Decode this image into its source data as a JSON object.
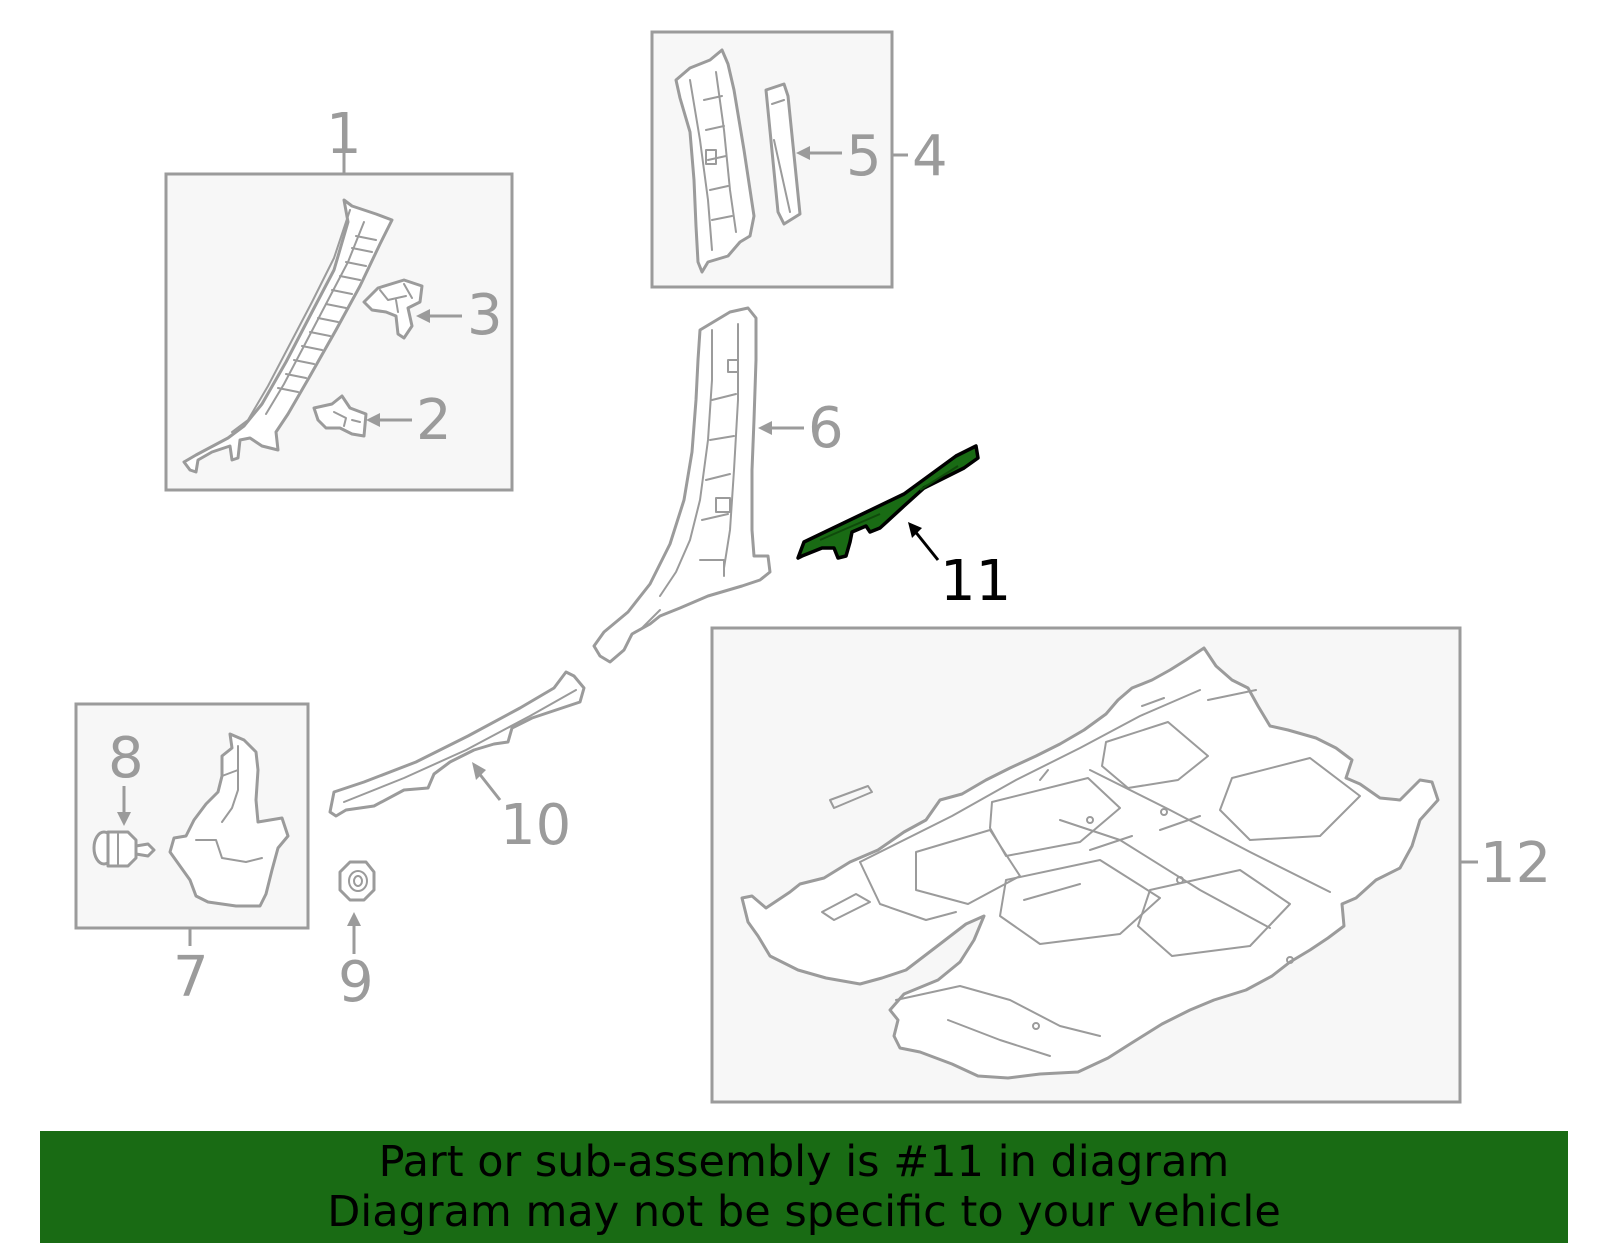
{
  "callouts": {
    "c1": "1",
    "c2": "2",
    "c3": "3",
    "c4": "4",
    "c5": "5",
    "c6": "6",
    "c7": "7",
    "c8": "8",
    "c9": "9",
    "c10": "10",
    "c11": "11",
    "c12": "12"
  },
  "highlighted_part": "11",
  "colors": {
    "highlight": "#196b14",
    "line": "#9b9b9b",
    "box_fill": "#f7f7f7"
  },
  "banner": {
    "line1": "Part or sub-assembly is #11 in diagram",
    "line2": "Diagram may not be specific to your vehicle"
  }
}
